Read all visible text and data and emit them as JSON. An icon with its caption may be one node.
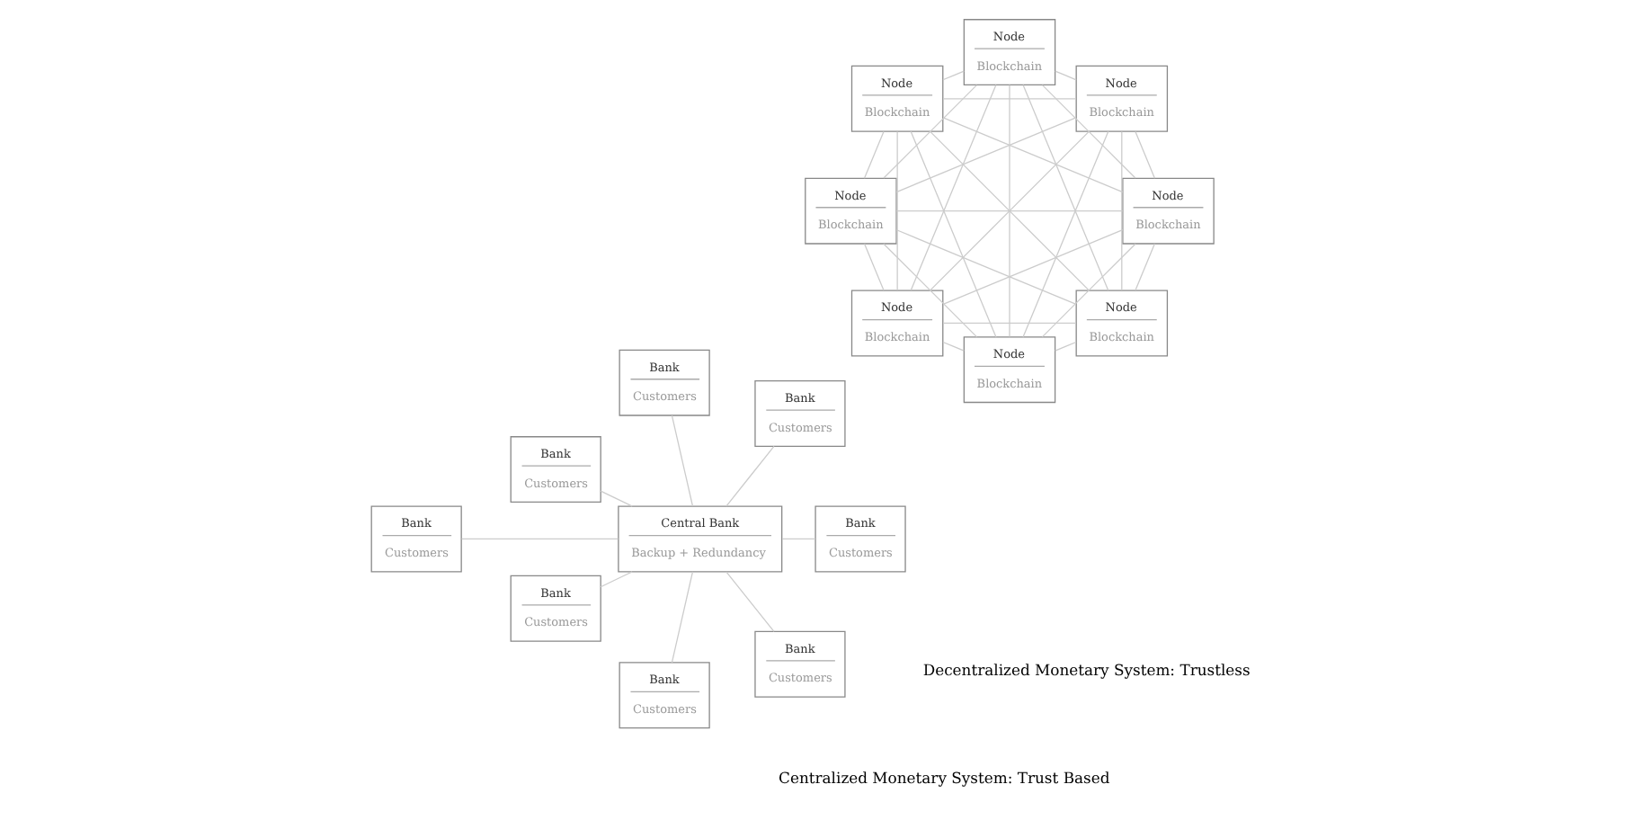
{
  "diagram": {
    "nodes": [
      {
        "text": [
          "Bank",
          "Customers"
        ]
      },
      {
        "text": [
          "Bank",
          "Customers"
        ]
      },
      {
        "text": [
          "Bank",
          "Customers"
        ]
      },
      {
        "text": [
          "Central Bank",
          "Backup + Redundancy"
        ]
      },
      {
        "text": [
          "Bank",
          "Customers"
        ]
      },
      {
        "text": [
          "Bank",
          "Customers"
        ]
      },
      {
        "text": [
          "Bank",
          "Customers"
        ]
      },
      {
        "text": [
          "Bank",
          "Customers"
        ]
      },
      {
        "text": [
          "Bank",
          "Customers"
        ]
      },
      {
        "text": [
          "Node",
          "Blockchain"
        ]
      },
      {
        "text": [
          "Node",
          "Blockchain"
        ]
      },
      {
        "text": [
          "Node",
          "Blockchain"
        ]
      },
      {
        "text": [
          "Node",
          "Blockchain"
        ]
      },
      {
        "text": [
          "Node",
          "Blockchain"
        ]
      },
      {
        "text": [
          "Node",
          "Blockchain"
        ]
      },
      {
        "text": [
          "Node",
          "Blockchain"
        ]
      },
      {
        "text": [
          "Node",
          "Blockchain"
        ]
      }
    ],
    "edges": [
      {
        "from": 3,
        "to": 0,
        "arrow": "none"
      },
      {
        "from": 3,
        "to": 1,
        "arrow": "none"
      },
      {
        "from": 3,
        "to": 2,
        "arrow": "none"
      },
      {
        "from": 3,
        "to": 4,
        "arrow": "none"
      },
      {
        "from": 3,
        "to": 5,
        "arrow": "none"
      },
      {
        "from": 3,
        "to": 6,
        "arrow": "none"
      },
      {
        "from": 3,
        "to": 7,
        "arrow": "none"
      },
      {
        "from": 3,
        "to": 8,
        "arrow": "none"
      },
      {
        "from": 9,
        "to": 10,
        "arrow": "none"
      },
      {
        "from": 9,
        "to": 11,
        "arrow": "none"
      },
      {
        "from": 9,
        "to": 12,
        "arrow": "none"
      },
      {
        "from": 9,
        "to": 13,
        "arrow": "none"
      },
      {
        "from": 9,
        "to": 14,
        "arrow": "none"
      },
      {
        "from": 9,
        "to": 15,
        "arrow": "none"
      },
      {
        "from": 9,
        "to": 16,
        "arrow": "none"
      },
      {
        "from": 10,
        "to": 11,
        "arrow": "none"
      },
      {
        "from": 10,
        "to": 12,
        "arrow": "none"
      },
      {
        "from": 10,
        "to": 13,
        "arrow": "none"
      },
      {
        "from": 10,
        "to": 14,
        "arrow": "none"
      },
      {
        "from": 10,
        "to": 15,
        "arrow": "none"
      },
      {
        "from": 10,
        "to": 16,
        "arrow": "none"
      },
      {
        "from": 11,
        "to": 12,
        "arrow": "none"
      },
      {
        "from": 11,
        "to": 13,
        "arrow": "none"
      },
      {
        "from": 11,
        "to": 14,
        "arrow": "none"
      },
      {
        "from": 11,
        "to": 15,
        "arrow": "none"
      },
      {
        "from": 11,
        "to": 16,
        "arrow": "none"
      },
      {
        "from": 12,
        "to": 13,
        "arrow": "none"
      },
      {
        "from": 12,
        "to": 14,
        "arrow": "none"
      },
      {
        "from": 12,
        "to": 15,
        "arrow": "none"
      },
      {
        "from": 12,
        "to": 16,
        "arrow": "none"
      },
      {
        "from": 13,
        "to": 14,
        "arrow": "none"
      },
      {
        "from": 13,
        "to": 15,
        "arrow": "none"
      },
      {
        "from": 13,
        "to": 16,
        "arrow": "none"
      },
      {
        "from": 14,
        "to": 15,
        "arrow": "none"
      },
      {
        "from": 14,
        "to": 16,
        "arrow": "none"
      },
      {
        "from": 15,
        "to": 16,
        "arrow": "none"
      }
    ],
    "labels": [
      "Centralized Monetary System: Trust Based",
      "Decentralized Monetary System: Trustless"
    ]
  }
}
